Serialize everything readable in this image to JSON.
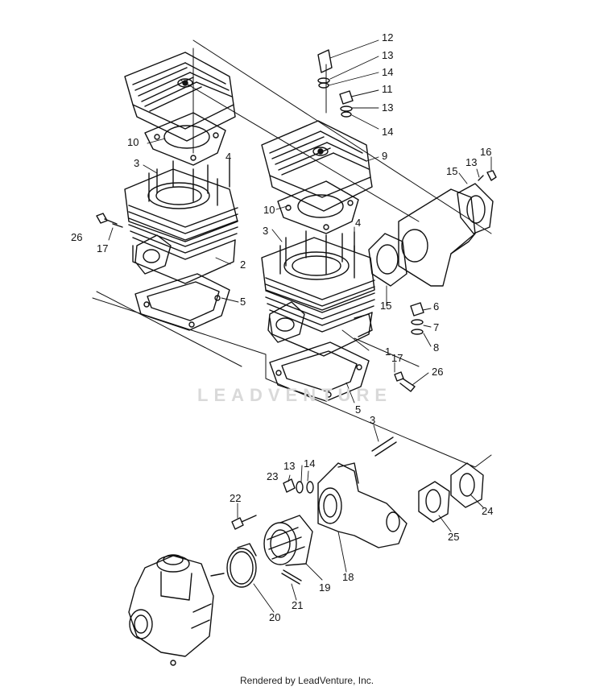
{
  "diagram": {
    "callouts": {
      "c1": "1",
      "c2": "2",
      "c3a": "3",
      "c3b": "3",
      "c3c": "3",
      "c4a": "4",
      "c4b": "4",
      "c5a": "5",
      "c5b": "5",
      "c6": "6",
      "c7": "7",
      "c8": "8",
      "c9": "9",
      "c10a": "10",
      "c10b": "10",
      "c11": "11",
      "c12": "12",
      "c13a": "13",
      "c13b": "13",
      "c13c": "13",
      "c13d": "13",
      "c14a": "14",
      "c14b": "14",
      "c14c": "14",
      "c15a": "15",
      "c15b": "15",
      "c16": "16",
      "c17a": "17",
      "c17b": "17",
      "c18": "18",
      "c19": "19",
      "c20": "20",
      "c21": "21",
      "c22": "22",
      "c23": "23",
      "c24": "24",
      "c25": "25",
      "c26a": "26",
      "c26b": "26"
    },
    "watermark": "LEADVENTURE",
    "footer": "Rendered by LeadVenture, Inc."
  }
}
